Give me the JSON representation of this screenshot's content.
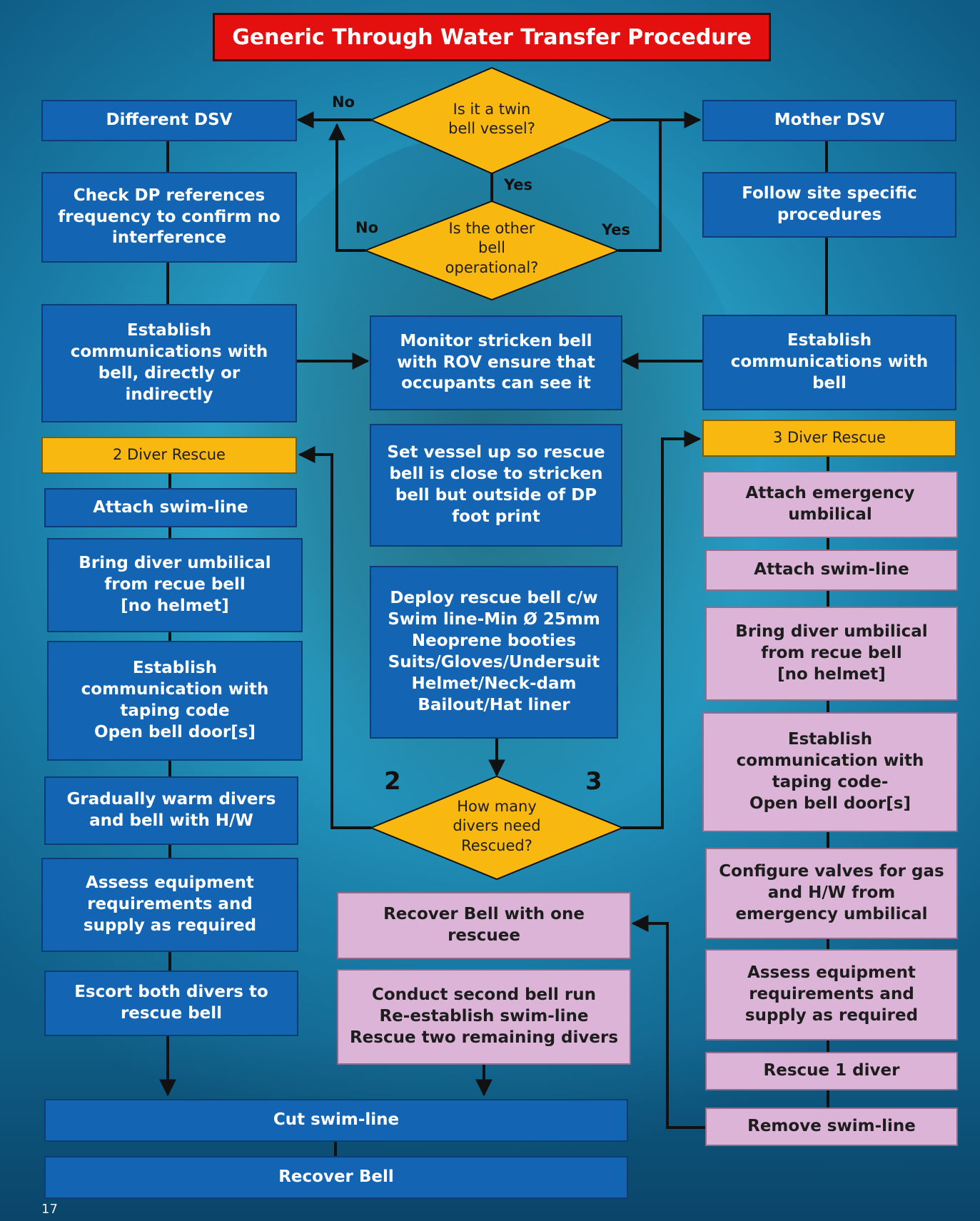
{
  "title": "Generic Through Water Transfer Procedure",
  "colors": {
    "blue": "#1464b4",
    "pink": "#dcb4d8",
    "yellow": "#f9b80f",
    "red": "#e41010",
    "line": "#111111"
  },
  "decisions": {
    "twin_bell": "Is it a twin\nbell vessel?",
    "other_bell": "Is the other\nbell\noperational?",
    "how_many": "How many\ndivers need\nRescued?"
  },
  "labels": {
    "no_top": "No",
    "yes_mid": "Yes",
    "no_left": "No",
    "yes_right": "Yes",
    "two": "2",
    "three": "3"
  },
  "left": {
    "different_dsv": "Different DSV",
    "check_dp": "Check DP references\nfrequency to confirm no\ninterference",
    "establish_comms": "Establish\ncommunications with\nbell, directly or\nindirectly",
    "two_diver_rescue": "2 Diver Rescue",
    "attach_swim_line": "Attach  swim-line",
    "bring_umbilical": "Bring diver umbilical\nfrom recue bell\n[no helmet]",
    "establish_tapping": "Establish\ncommunication with\ntaping code\nOpen  bell door[s]",
    "warm_divers": "Gradually warm divers\nand bell with H/W",
    "assess_equipment": "Assess equipment\nrequirements and\nsupply as required",
    "escort_divers": "Escort both divers to\nrescue bell"
  },
  "center": {
    "monitor": "Monitor stricken bell\nwith ROV ensure that\noccupants can see it",
    "set_vessel": "Set vessel up so rescue\nbell  is close to stricken\nbell but outside of DP\nfoot print",
    "deploy": "Deploy rescue bell c/w\nSwim line-Min Ø 25mm\nNeoprene booties\nSuits/Gloves/Undersuit\nHelmet/Neck-dam\nBailout/Hat liner",
    "recover_one": "Recover Bell with one\nrescuee",
    "second_run": "Conduct second bell run\nRe-establish swim-line\nRescue two remaining divers",
    "cut_swim_line": "Cut swim-line",
    "recover_bell": "Recover Bell"
  },
  "right": {
    "mother_dsv": "Mother DSV",
    "follow_site": "Follow site specific\nprocedures",
    "establish_comms": "Establish\ncommunications with\nbell",
    "three_diver_rescue": "3 Diver Rescue",
    "attach_emergency": "Attach emergency\numbilical",
    "attach_swim_line": "Attach  swim-line",
    "bring_umbilical": "Bring diver umbilical\nfrom recue bell\n[no helmet]",
    "establish_tapping": "Establish\ncommunication with\ntaping code-\nOpen  bell door[s]",
    "configure_valves": "Configure valves for gas\nand H/W from\nemergency umbilical",
    "assess_equipment": "Assess equipment\nrequirements and\nsupply as required",
    "rescue_one": "Rescue 1 diver",
    "remove_swim_line": "Remove  swim-line"
  },
  "page_number": "17"
}
